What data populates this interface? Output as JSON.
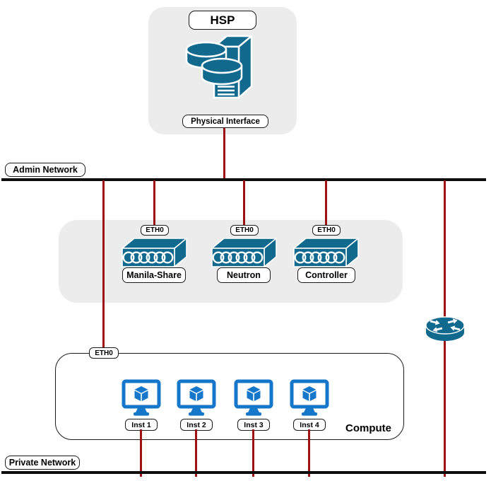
{
  "diagram": {
    "title_node": {
      "title": "HSP",
      "interface_label": "Physical Interface",
      "icon": "storage-server-icon"
    },
    "admin_network": {
      "label": "Admin Network"
    },
    "switches": [
      {
        "eth": "ETH0",
        "name": "Manila-Share",
        "icon": "ethernet-switch-icon"
      },
      {
        "eth": "ETH0",
        "name": "Neutron",
        "icon": "ethernet-switch-icon"
      },
      {
        "eth": "ETH0",
        "name": "Controller",
        "icon": "ethernet-switch-icon"
      }
    ],
    "router": {
      "icon": "router-icon"
    },
    "compute": {
      "eth": "ETH0",
      "label": "Compute",
      "instances": [
        {
          "label": "Inst 1",
          "icon": "vm-instance-icon"
        },
        {
          "label": "Inst 2",
          "icon": "vm-instance-icon"
        },
        {
          "label": "Inst 3",
          "icon": "vm-instance-icon"
        },
        {
          "label": "Inst 4",
          "icon": "vm-instance-icon"
        }
      ]
    },
    "private_network": {
      "label": "Private Network"
    },
    "colors": {
      "link_red": "#9c1111",
      "bus_black": "#0d0d0d",
      "device_teal": "#11698e",
      "instance_blue": "#1577c9",
      "group_gray": "#ececec"
    }
  }
}
